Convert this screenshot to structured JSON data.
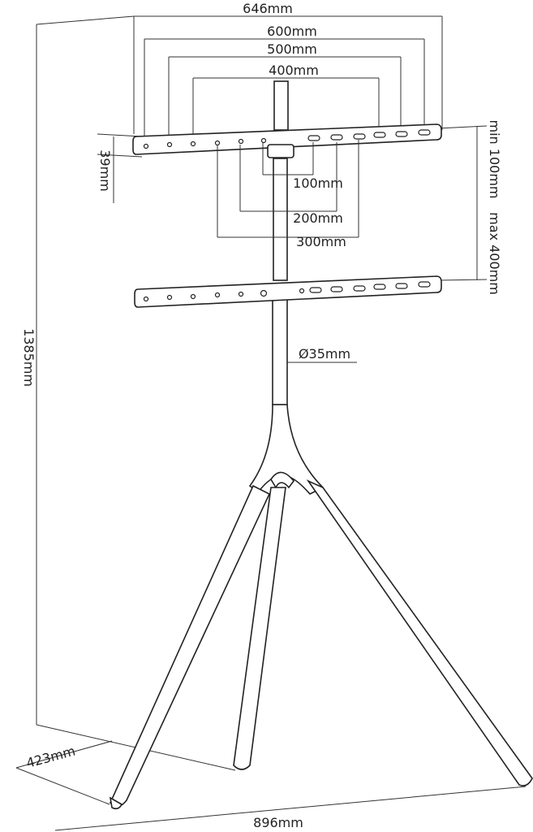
{
  "dimensions": {
    "width_646": "646mm",
    "pattern_600": "600mm",
    "pattern_500": "500mm",
    "pattern_400": "400mm",
    "pattern_100": "100mm",
    "pattern_200": "200mm",
    "pattern_300": "300mm",
    "bracket_39": "39mm",
    "min_spacing": "min 100mm",
    "max_spacing": "max 400mm",
    "pole_diameter": "Ø35mm",
    "height_1385": "1385mm",
    "depth_423": "423mm",
    "width_896": "896mm"
  },
  "colors": {
    "line": "#333333",
    "part_stroke": "#222222",
    "background": "#ffffff"
  }
}
